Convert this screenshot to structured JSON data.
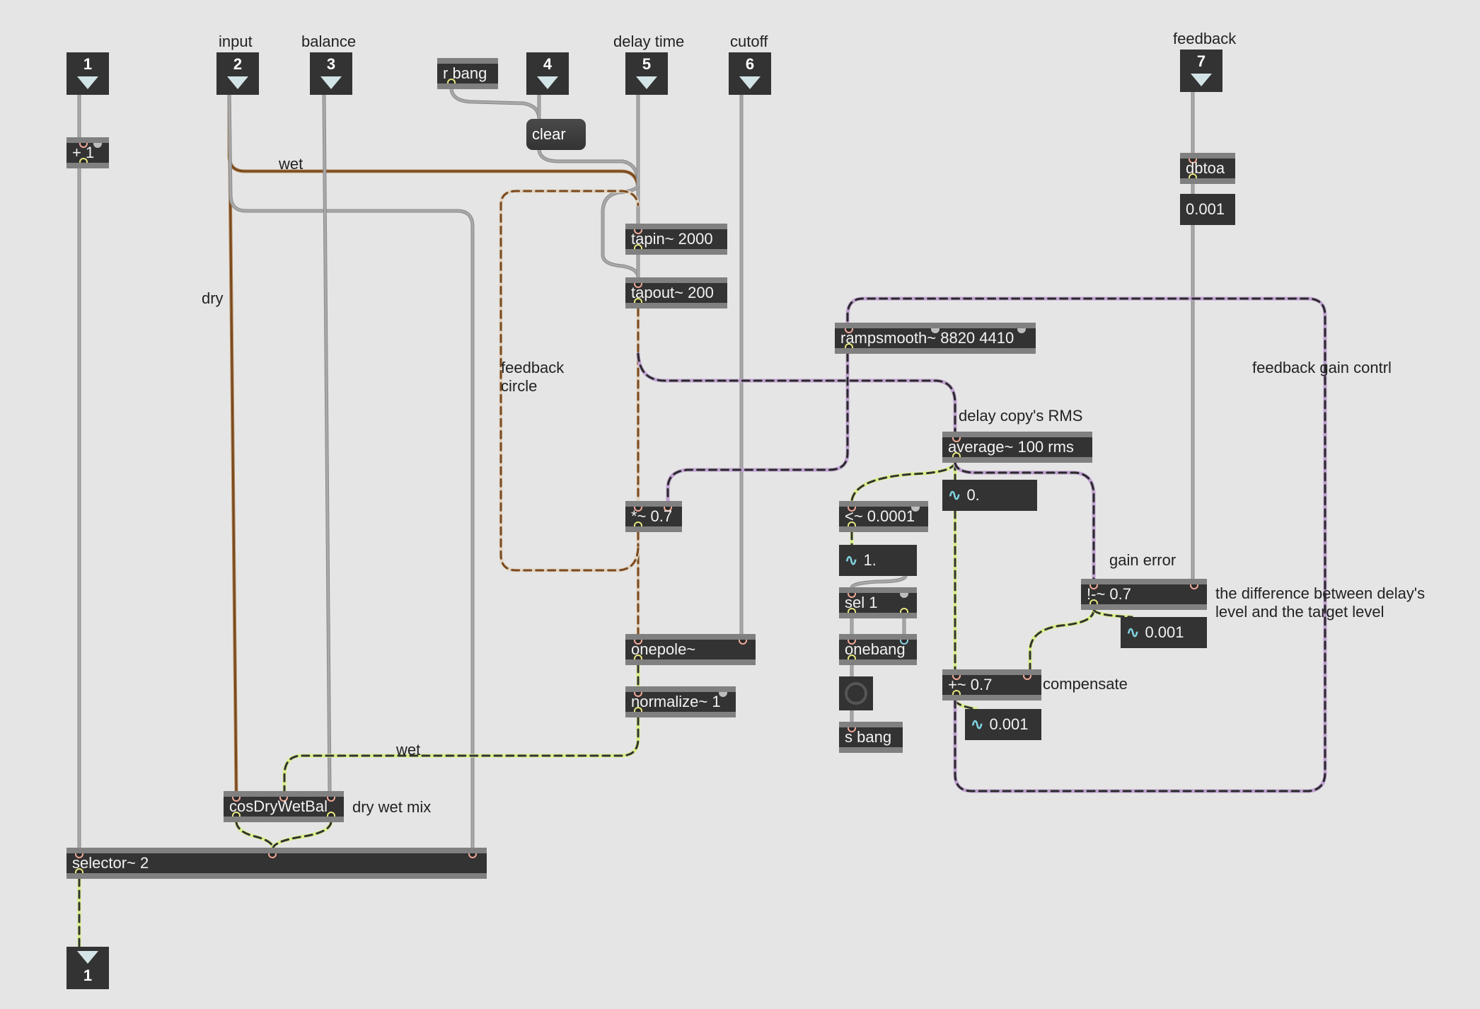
{
  "patcher": {
    "inlets": [
      {
        "id": "in1",
        "number": "1",
        "label": ""
      },
      {
        "id": "in2",
        "number": "2",
        "label": "input"
      },
      {
        "id": "in3",
        "number": "3",
        "label": "balance"
      },
      {
        "id": "in4",
        "number": "4",
        "label": ""
      },
      {
        "id": "in5",
        "number": "5",
        "label": "delay time"
      },
      {
        "id": "in6",
        "number": "6",
        "label": "cutoff"
      },
      {
        "id": "in7",
        "number": "7",
        "label": "feedback"
      }
    ],
    "outlets": [
      {
        "id": "out1",
        "number": "1"
      }
    ],
    "objects": {
      "plus1": "+ 1",
      "rbang": "r bang",
      "tapin": "tapin~ 2000",
      "tapout": "tapout~ 200",
      "dbtoa": "dbtoa",
      "rampsmooth": "rampsmooth~ 8820 4410",
      "average": "average~ 100 rms",
      "mul": "*~ 0.7",
      "lt": "<~ 0.0001",
      "sel": "sel 1",
      "onebang": "onebang",
      "sbang": "s bang",
      "rminus": "!-~ 0.7",
      "plus": "+~ 0.7",
      "onepole": "onepole~",
      "normalize": "normalize~ 1",
      "cosdrywet": "cosDryWetBal",
      "selector": "selector~ 2"
    },
    "messages": {
      "clear": "clear"
    },
    "number_boxes": {
      "dbtoa_out": "0.001",
      "avg_out": "0.",
      "lt_out": "1.",
      "rminus_out": "0.001",
      "plus_out": "0.001"
    },
    "signal_icon": "∿",
    "comments": {
      "wet_top": "wet",
      "dry": "dry",
      "feedback_circle": "feedback\ncircle",
      "delay_rms": "delay copy's RMS",
      "feedback_gain": "feedback gain contrl",
      "gain_error": "gain error",
      "difference": "the difference between delay's\nlevel and the target level",
      "compensate": "compensate",
      "wet_bottom": "wet",
      "dry_wet_mix": "dry wet mix"
    },
    "colors": {
      "background": "#e5e5e5",
      "object": "#333333",
      "object_border": "#808080",
      "cable_control": "#a8a8a8",
      "cable_audio_brown": "#7a4a1e",
      "cable_signal_yellow": "#d8f088",
      "cable_signal_purple": "#bfa0d0",
      "cable_signal_tan": "#e0d4c4",
      "inlet_triangle": "#d2e4e6",
      "signal_icon": "#7fd3df"
    }
  }
}
